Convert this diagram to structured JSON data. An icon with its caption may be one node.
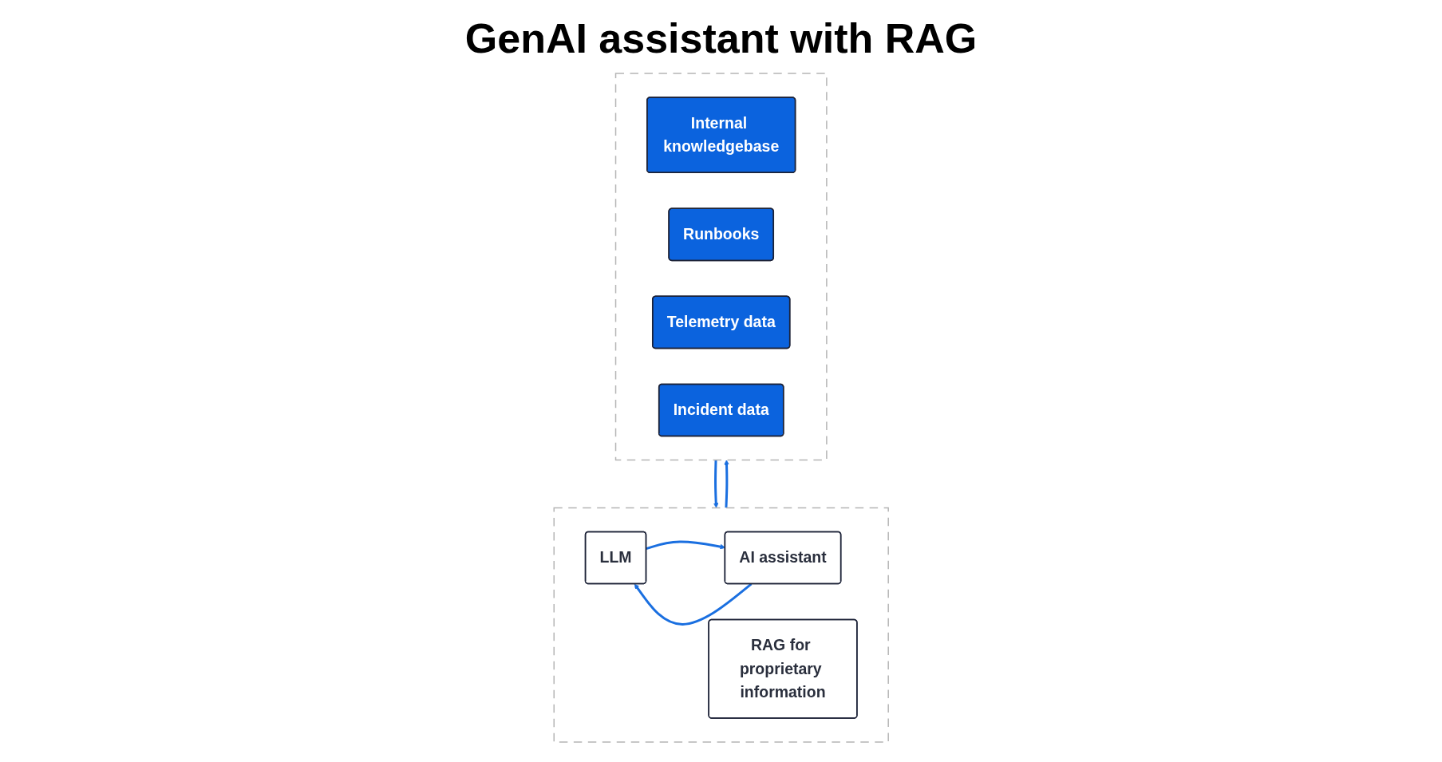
{
  "diagram": {
    "title": "GenAI assistant with RAG",
    "nodes": [
      {
        "text": [],
        "shape": "box"
      },
      {
        "text": [
          "LLM"
        ],
        "in": 0
      },
      {
        "text": [
          "AI assistant"
        ],
        "in": 0
      },
      {
        "text": [
          "RAG for proprietary information"
        ],
        "in": 0
      },
      {
        "text": [],
        "shape": "box"
      },
      {
        "text": [
          "Internal knowledgebase"
        ],
        "in": 4
      },
      {
        "text": [
          "Runbooks"
        ],
        "in": 4
      },
      {
        "text": [
          "Telemetry data"
        ],
        "in": 4
      },
      {
        "text": [
          "Incident data"
        ],
        "in": 4
      }
    ],
    "edges": [
      {
        "from": 1,
        "to": 2,
        "arrow": "to"
      },
      {
        "from": 2,
        "to": 1,
        "arrow": "to"
      },
      {
        "from": 0,
        "to": 4,
        "arrow": "to"
      },
      {
        "from": 4,
        "to": 0,
        "arrow": "to"
      }
    ]
  }
}
